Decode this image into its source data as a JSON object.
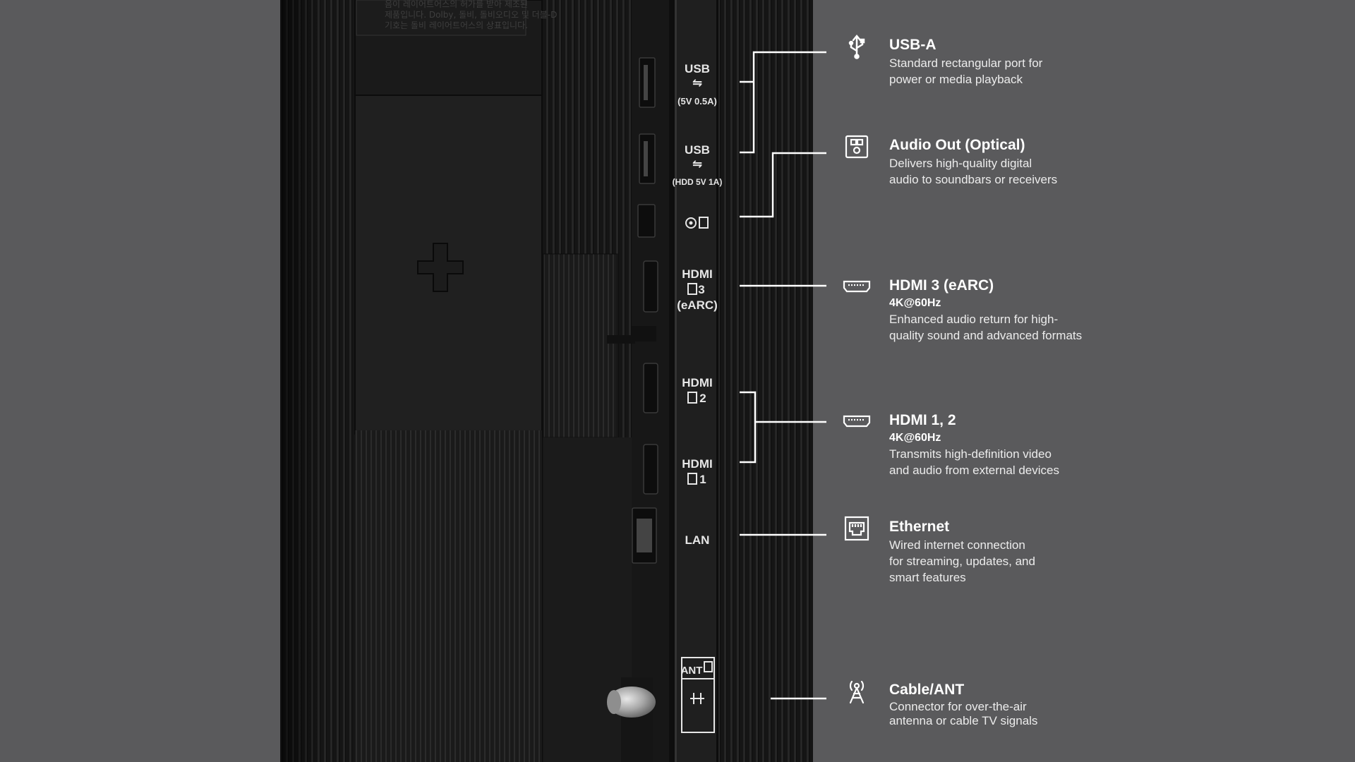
{
  "panel": {
    "ports": [
      {
        "line1": "USB",
        "line2": "(5V 0.5A)"
      },
      {
        "line1": "USB",
        "line2": "(HDD 5V 1A)"
      },
      {
        "line1": "HDMI",
        "line2": "3",
        "line3": "(eARC)"
      },
      {
        "line1": "HDMI",
        "line2": "2"
      },
      {
        "line1": "HDMI",
        "line2": "1"
      },
      {
        "line1": "LAN"
      },
      {
        "line1": "ANT"
      }
    ],
    "warning_text": [
      "음이 레이어트어스의 허가를 받아 제조된",
      "제품입니다. Dolby, 돌비, 돌비오디오 및 더블-D",
      "기호는 돌비 레이어트어스의 상표입니다."
    ]
  },
  "legend": {
    "usb": {
      "icon": "usb-icon",
      "title": "USB-A",
      "desc": [
        "Standard rectangular port for",
        "power or media playback"
      ]
    },
    "optical": {
      "icon": "optical-icon",
      "title": "Audio Out (Optical)",
      "desc": [
        "Delivers high-quality digital",
        "audio to soundbars or receivers"
      ]
    },
    "hdmi3": {
      "icon": "hdmi-icon",
      "title": "HDMI 3 (eARC)",
      "spec": "4K@60Hz",
      "desc": [
        "Enhanced audio return for high-",
        "quality sound and advanced formats"
      ]
    },
    "hdmi12": {
      "icon": "hdmi-icon",
      "title": "HDMI 1, 2",
      "spec": "4K@60Hz",
      "desc": [
        "Transmits high-definition video",
        "and audio from external devices"
      ]
    },
    "ethernet": {
      "icon": "ethernet-icon",
      "title": "Ethernet",
      "desc": [
        "Wired internet connection",
        "for streaming, updates, and",
        "smart features"
      ]
    },
    "ant": {
      "icon": "antenna-icon",
      "title": "Cable/ANT",
      "desc": [
        "Connector for over-the-air",
        "antenna or cable TV signals"
      ]
    }
  },
  "colors": {
    "background": "#5a5a5c",
    "tv_body": "#161616",
    "port_panel": "#1e1e1e",
    "connector_line": "#ffffff",
    "text": "#ffffff"
  }
}
